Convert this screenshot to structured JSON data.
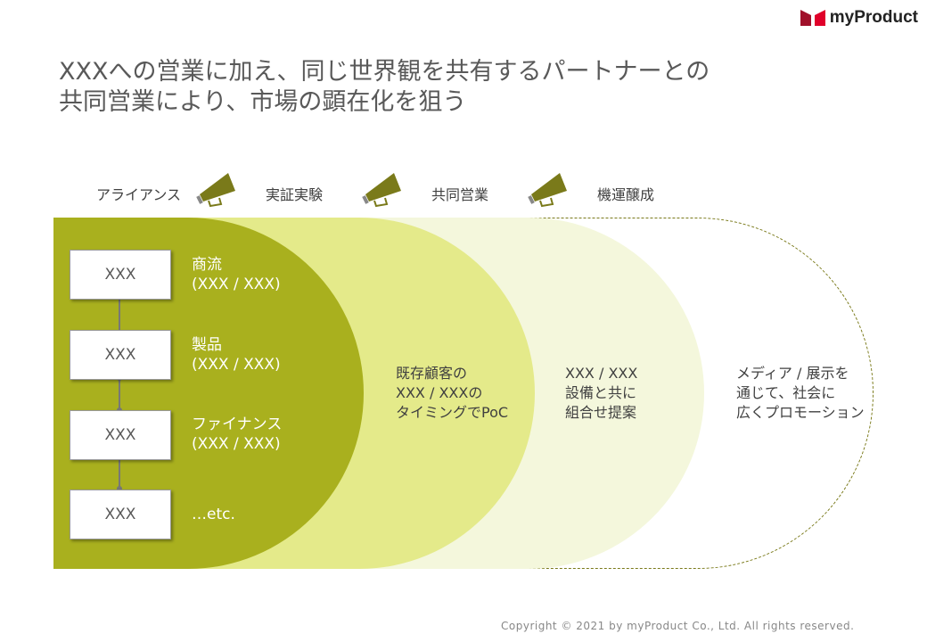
{
  "brand": {
    "name": "myProduct"
  },
  "title": {
    "line1": "XXXへの営業に加え、同じ世界観を共有するパートナーとの",
    "line2": "共同営業により、市場の顕在化を狙う"
  },
  "steps": [
    "アライアンス",
    "実証実験",
    "共同営業",
    "機運醸成"
  ],
  "alliance": {
    "boxes": [
      "XXX",
      "XXX",
      "XXX",
      "XXX"
    ],
    "labels": [
      [
        "商流",
        "(XXX / XXX)"
      ],
      [
        "製品",
        "(XXX / XXX)"
      ],
      [
        "ファイナンス",
        "(XXX / XXX)"
      ],
      [
        "…etc.",
        ""
      ]
    ]
  },
  "phases": [
    [
      "既存顧客の",
      "XXX / XXXの",
      "タイミングでPoC"
    ],
    [
      "XXX / XXX",
      "設備と共に",
      "組合せ提案"
    ],
    [
      "メディア / 展示を",
      "通じて、社会に",
      "広くプロモーション"
    ]
  ],
  "colors": {
    "dark": "#a9b01e",
    "mid": "#e4ea8a",
    "light": "#f4f7dc",
    "mega": "#7a7a1a"
  },
  "footer": {
    "copyright": "Copyright © 2021 by myProduct Co., Ltd.  All rights reserved."
  }
}
